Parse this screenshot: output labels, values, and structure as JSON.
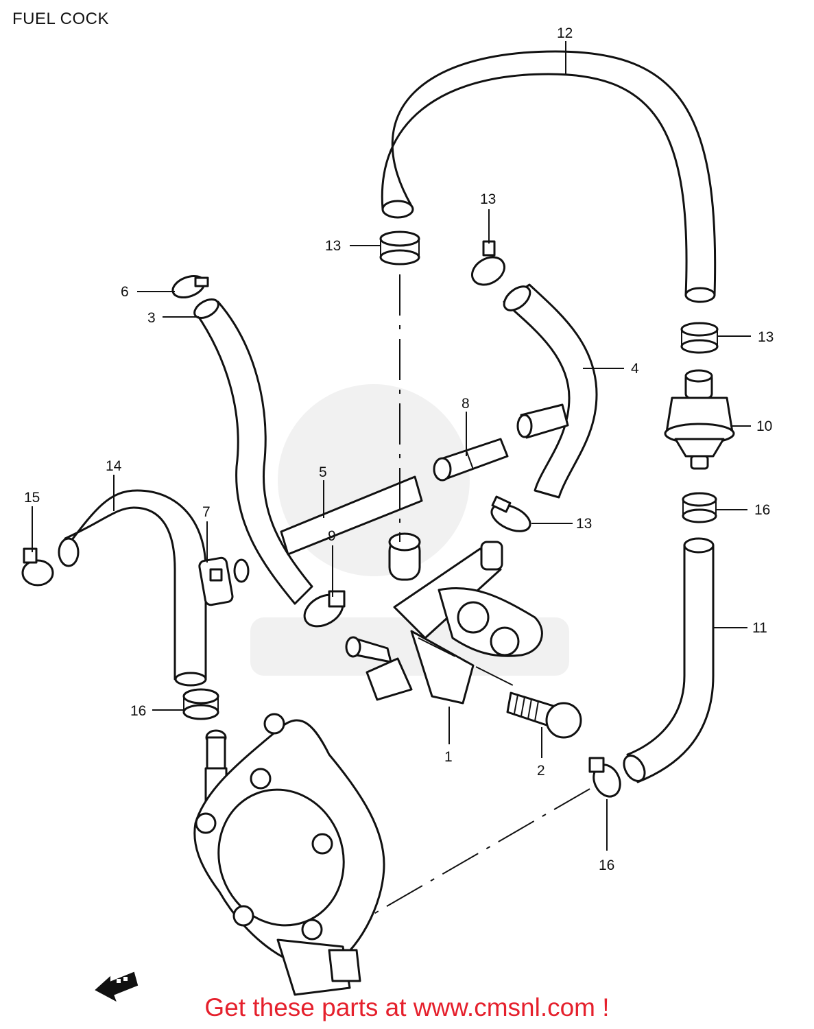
{
  "title": "FUEL COCK",
  "footer": "Get these parts at www.cmsnl.com !",
  "callouts": [
    {
      "id": "1",
      "text": "1"
    },
    {
      "id": "2",
      "text": "2"
    },
    {
      "id": "3",
      "text": "3"
    },
    {
      "id": "4",
      "text": "4"
    },
    {
      "id": "5",
      "text": "5"
    },
    {
      "id": "6",
      "text": "6"
    },
    {
      "id": "7",
      "text": "7"
    },
    {
      "id": "8",
      "text": "8"
    },
    {
      "id": "9",
      "text": "9"
    },
    {
      "id": "10",
      "text": "10"
    },
    {
      "id": "11",
      "text": "11"
    },
    {
      "id": "12",
      "text": "12"
    },
    {
      "id": "13a",
      "text": "13"
    },
    {
      "id": "13b",
      "text": "13"
    },
    {
      "id": "13c",
      "text": "13"
    },
    {
      "id": "13d",
      "text": "13"
    },
    {
      "id": "14",
      "text": "14"
    },
    {
      "id": "15",
      "text": "15"
    },
    {
      "id": "16a",
      "text": "16"
    },
    {
      "id": "16b",
      "text": "16"
    },
    {
      "id": "16c",
      "text": "16"
    }
  ],
  "colors": {
    "line": "#111111",
    "footer": "#e5202c",
    "background": "#ffffff"
  },
  "icons": {
    "direction_arrow": "arrow-left-icon"
  }
}
